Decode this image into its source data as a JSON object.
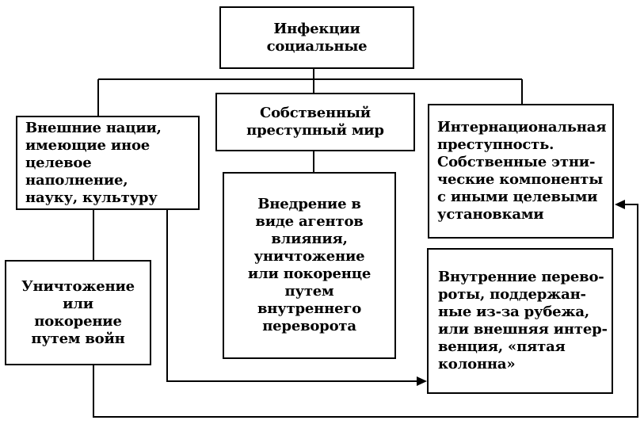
{
  "diagram": {
    "root": "Инфекции\nсоциальные",
    "left_top": "Внешние нации,\nимеющие иное\nцелевое наполнение,\nнауку, культуру",
    "left_bottom": "Уничтожение\nили\nпокорение\nпутем войн",
    "center_top": "Собственный\nпреступный мир",
    "center_bottom": "Внедрение в\nвиде агентов\nвлияния,\nуничтожение\nили покоренце\nпутем\nвнутреннего\nпереворота",
    "right_top": "Интернациональная\nпреступность.\nСобственные этни-\nческие компоненты\nс иными целевыми\nустановками",
    "right_bottom": "Внутренние перево-\nроты, поддержан-\nные из-за рубежа,\nили внешняя интер-\nвенция, «пятая\nколонна»"
  },
  "colors": {
    "line": "#000000",
    "box_fill": "#ffffff",
    "text": "#000000"
  }
}
